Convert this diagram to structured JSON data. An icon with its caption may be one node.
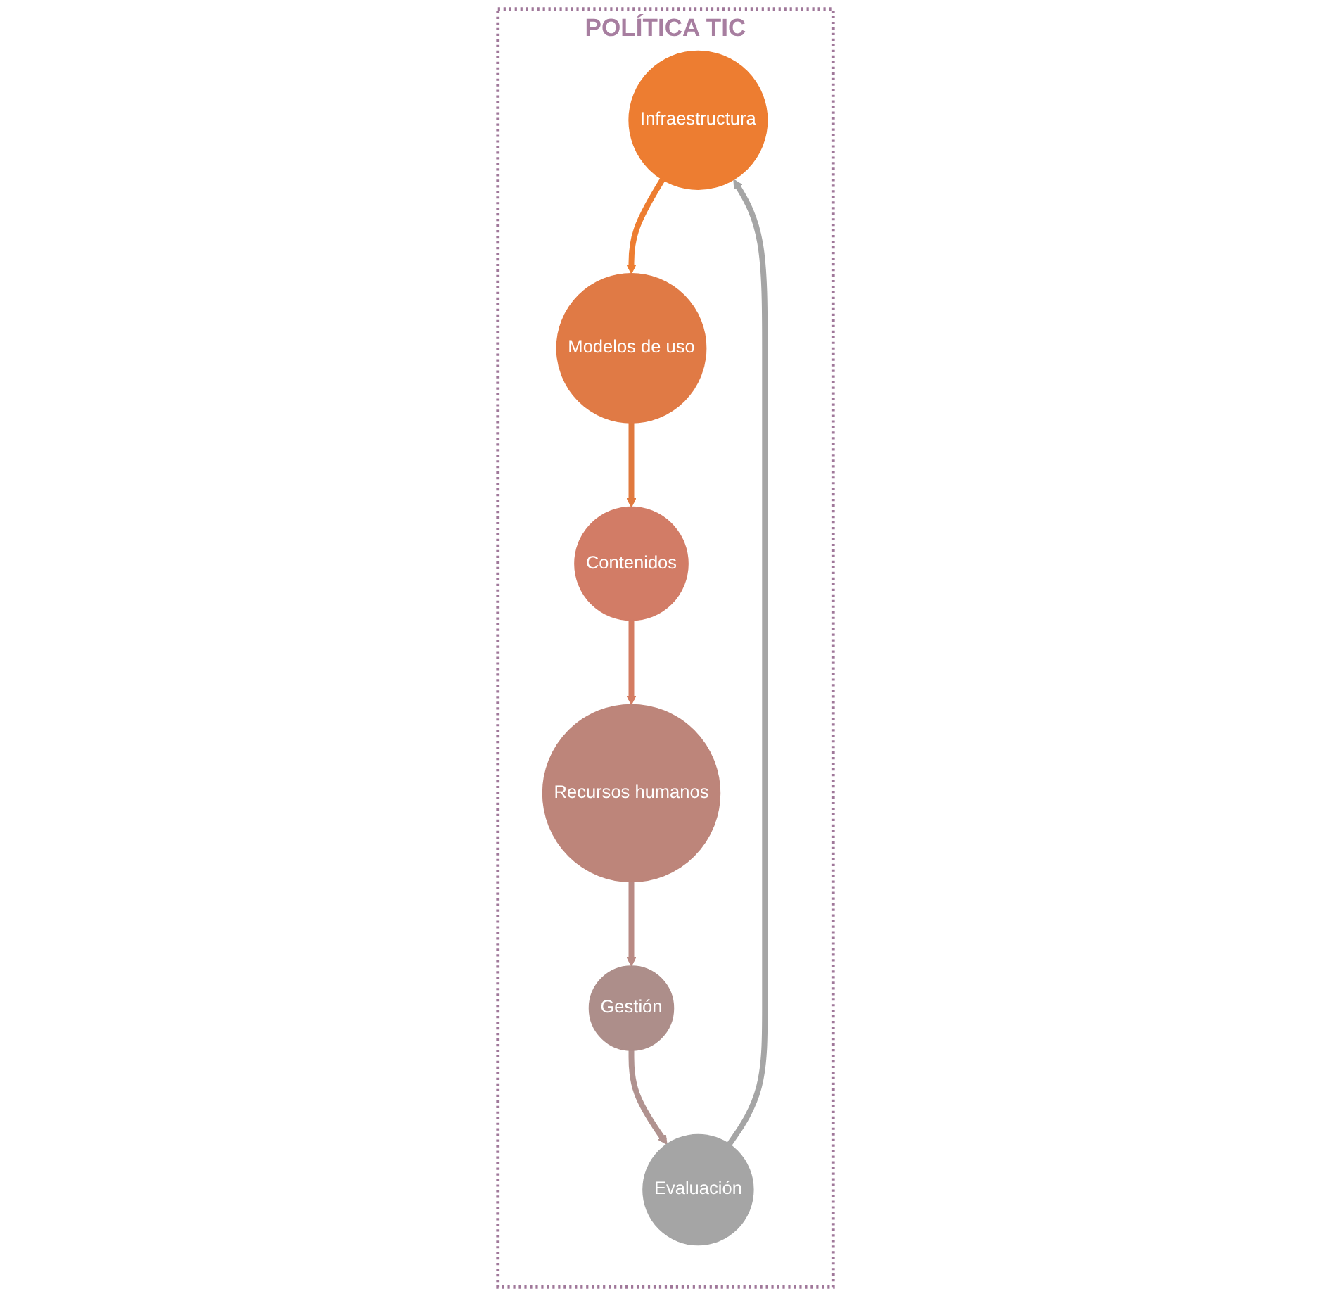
{
  "diagram": {
    "nodes": [
      {
        "text": [
          "POLÍTICA TIC"
        ]
      },
      {
        "text": [
          "Infraestructura"
        ],
        "in": 0
      },
      {
        "text": [
          "Modelos de uso"
        ],
        "in": 0
      },
      {
        "text": [
          "Contenidos"
        ],
        "in": 0
      },
      {
        "text": [
          "Recursos humanos"
        ],
        "in": 0
      },
      {
        "text": [
          "Gestión"
        ],
        "in": 0
      },
      {
        "text": [
          "Evaluación"
        ],
        "in": 0
      }
    ],
    "edges": [
      {
        "from": 1,
        "to": 2,
        "arrow": "to",
        "color": "#ed7d31"
      },
      {
        "from": 2,
        "to": 3,
        "arrow": "to",
        "color": "#e0793e"
      },
      {
        "from": 3,
        "to": 4,
        "arrow": "to",
        "color": "#d47c62"
      },
      {
        "from": 4,
        "to": 5,
        "arrow": "to",
        "color": "#b98a84"
      },
      {
        "from": 5,
        "to": 6,
        "arrow": "to",
        "color": "#b0928f"
      },
      {
        "from": 6,
        "to": 1,
        "arrow": "to",
        "color": "#a5a5a5"
      }
    ]
  }
}
